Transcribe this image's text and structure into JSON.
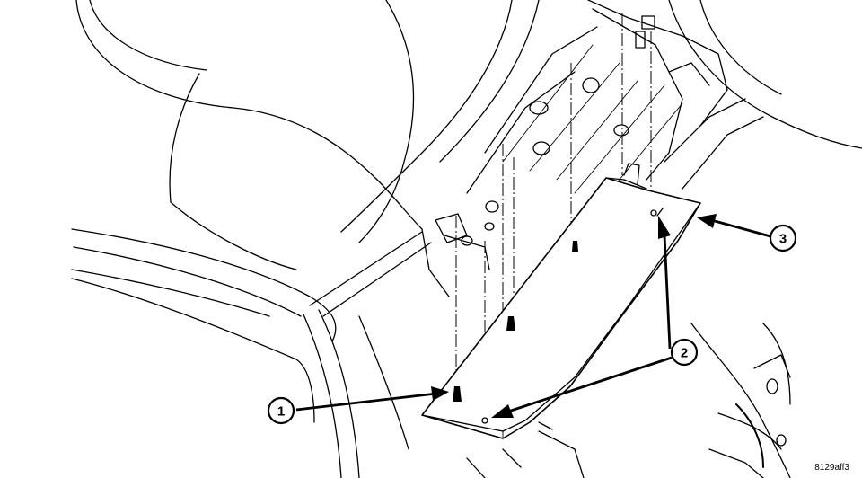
{
  "callouts": [
    {
      "id": "callout-1",
      "label": "1"
    },
    {
      "id": "callout-2",
      "label": "2"
    },
    {
      "id": "callout-3",
      "label": "3"
    }
  ],
  "figure_code": "8129aff3",
  "colors": {
    "line": "#000000",
    "background": "#ffffff"
  }
}
